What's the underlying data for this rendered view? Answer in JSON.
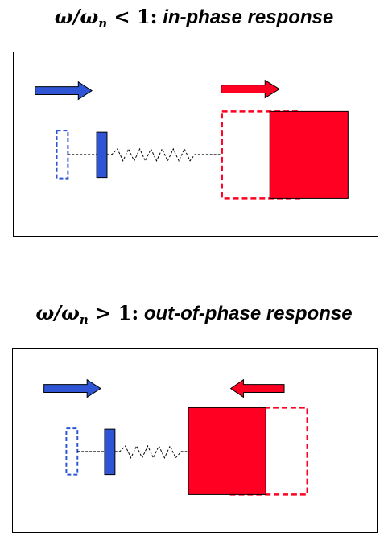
{
  "in_phase": {
    "ratio_lhs": "ω/ω",
    "ratio_sub": "n",
    "relation": "<",
    "ratio_rhs": "1",
    "colon": ":",
    "label": "in-phase response"
  },
  "out_of_phase": {
    "ratio_lhs": "ω/ω",
    "ratio_sub": "n",
    "relation": ">",
    "ratio_rhs": "1",
    "colon": ":",
    "label": "out-of-phase response"
  },
  "colors": {
    "base": "#2f55d4",
    "mass": "#ff0022",
    "outline": "#000000"
  }
}
